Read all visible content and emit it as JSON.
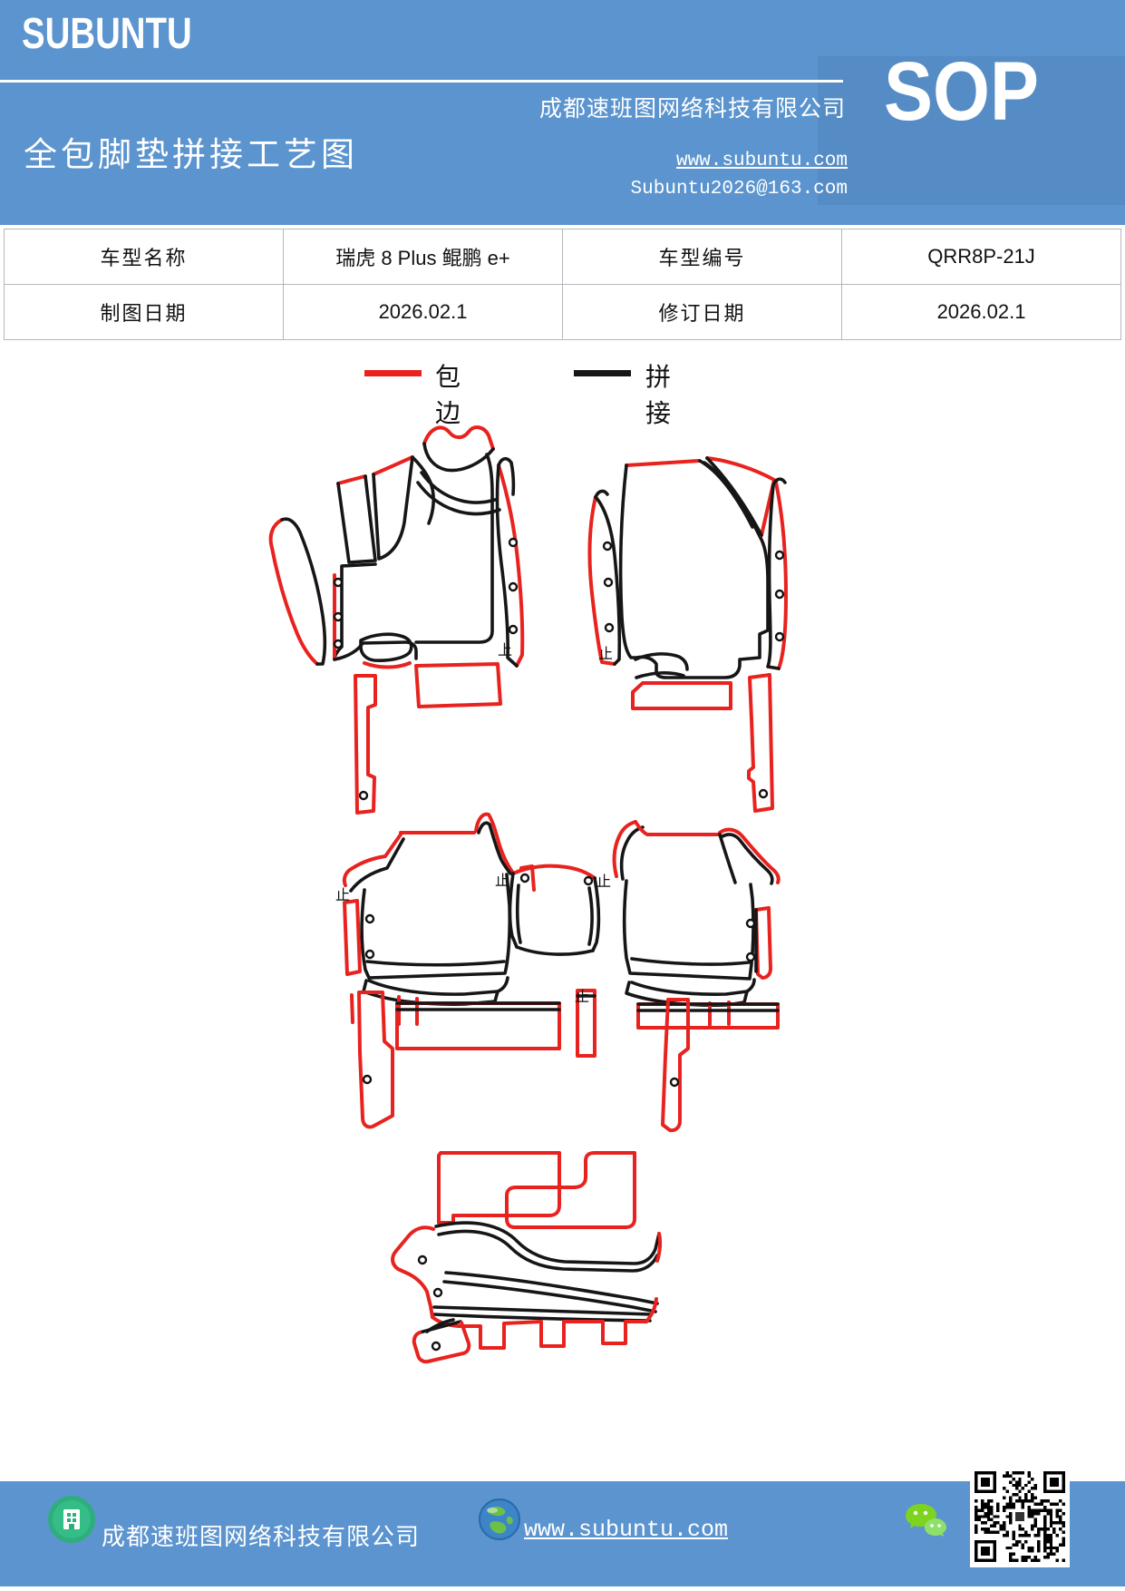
{
  "header": {
    "logo": "SUBUNTU",
    "sop": "SOP",
    "title": "全包脚垫拼接工艺图",
    "company": "成都速班图网络科技有限公司",
    "website": "www.subuntu.com",
    "email": "Subuntu2026@163.com"
  },
  "colors": {
    "header_blue": "#5b94ce",
    "binding_red": "#e8231f",
    "splice_black": "#161616"
  },
  "info_table": {
    "rows": [
      [
        "车型名称",
        "瑞虎 8 Plus  鲲鹏 e+",
        "车型编号",
        "QRR8P-21J"
      ],
      [
        "制图日期",
        "2026.02.1",
        "修订日期",
        "2026.02.1"
      ]
    ]
  },
  "legend": {
    "items": [
      {
        "label": "包边",
        "color": "#e8231f"
      },
      {
        "label": "拼接",
        "color": "#161616"
      }
    ]
  },
  "diagram": {
    "marks": [
      "上",
      "止",
      "止",
      "止",
      "止",
      "止"
    ]
  },
  "footer": {
    "company": "成都速班图网络科技有限公司",
    "website": "www.subuntu.com",
    "icons": [
      "building-icon",
      "globe-icon",
      "wechat-icon",
      "qr-code"
    ]
  }
}
